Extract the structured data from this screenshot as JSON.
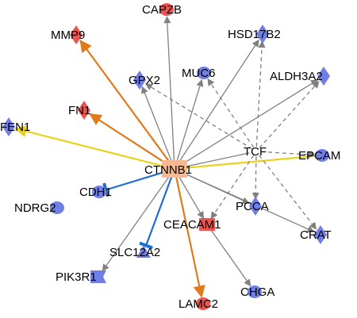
{
  "colors": {
    "red_node": "#ef5350",
    "blue_node": "#6f7fe6",
    "center_node": "#f6b992",
    "edge_gray": "#808080",
    "edge_orange": "#e07a1a",
    "edge_yellow": "#e8d21c",
    "edge_blue": "#1f6fd0"
  },
  "center": {
    "label": "CTNNB1",
    "shape": "rectangle",
    "color": "#f6b992"
  },
  "tcf": {
    "label": "TCF"
  },
  "nodes": [
    {
      "id": "capzb",
      "label": "CAPZB",
      "shape": "ellipse",
      "color": "red"
    },
    {
      "id": "mmp9",
      "label": "MMP9",
      "shape": "diamond",
      "color": "red"
    },
    {
      "id": "hsd17b2",
      "label": "HSD17B2",
      "shape": "diamond",
      "color": "blue"
    },
    {
      "id": "muc6",
      "label": "MUC6",
      "shape": "ellipse",
      "color": "blue"
    },
    {
      "id": "aldh3a2",
      "label": "ALDH3A2",
      "shape": "diamond",
      "color": "blue"
    },
    {
      "id": "gpx2",
      "label": "GPX2",
      "shape": "diamond",
      "color": "blue"
    },
    {
      "id": "fn1",
      "label": "FN1",
      "shape": "diamond",
      "color": "red"
    },
    {
      "id": "fen1",
      "label": "FEN1",
      "shape": "diamond",
      "color": "blue"
    },
    {
      "id": "epcam",
      "label": "EPCAM",
      "shape": "ellipse",
      "color": "blue"
    },
    {
      "id": "cdh1",
      "label": "CDH1",
      "shape": "ellipse",
      "color": "blue"
    },
    {
      "id": "ndrg2",
      "label": "NDRG2",
      "shape": "ellipse",
      "color": "blue"
    },
    {
      "id": "pcca",
      "label": "PCCA",
      "shape": "diamond",
      "color": "blue"
    },
    {
      "id": "ceacam1",
      "label": "CEACAM1",
      "shape": "rectangle",
      "color": "red"
    },
    {
      "id": "crat",
      "label": "CRAT",
      "shape": "diamond",
      "color": "blue"
    },
    {
      "id": "slc12a2",
      "label": "SLC12A2",
      "shape": "triangle",
      "color": "blue"
    },
    {
      "id": "pik3r1",
      "label": "PIK3R1",
      "shape": "chevron",
      "color": "blue"
    },
    {
      "id": "chga",
      "label": "CHGA",
      "shape": "ellipse",
      "color": "blue"
    },
    {
      "id": "lamc2",
      "label": "LAMC2",
      "shape": "ellipse",
      "color": "red"
    }
  ],
  "edges": [
    {
      "from": "center",
      "to": "capzb",
      "style": "solid",
      "color": "gray",
      "head": "arrow"
    },
    {
      "from": "center",
      "to": "mmp9",
      "style": "solid",
      "color": "orange",
      "head": "arrow"
    },
    {
      "from": "center",
      "to": "hsd17b2",
      "style": "solid",
      "color": "gray",
      "head": "arrow"
    },
    {
      "from": "center",
      "to": "muc6",
      "style": "solid",
      "color": "gray",
      "head": "arrow"
    },
    {
      "from": "center",
      "to": "aldh3a2",
      "style": "solid",
      "color": "gray",
      "head": "arrow"
    },
    {
      "from": "center",
      "to": "gpx2",
      "style": "solid",
      "color": "gray",
      "head": "arrow"
    },
    {
      "from": "center",
      "to": "fn1",
      "style": "solid",
      "color": "orange",
      "head": "arrow"
    },
    {
      "from": "center",
      "to": "fen1",
      "style": "solid",
      "color": "yellow",
      "head": "arrow"
    },
    {
      "from": "center",
      "to": "epcam",
      "style": "solid",
      "color": "yellow",
      "head": "none"
    },
    {
      "from": "center",
      "to": "tcf",
      "style": "solid",
      "color": "gray",
      "head": "none"
    },
    {
      "from": "center",
      "to": "cdh1",
      "style": "solid",
      "color": "blue",
      "head": "bar"
    },
    {
      "from": "center",
      "to": "pcca",
      "style": "solid",
      "color": "gray",
      "head": "arrow"
    },
    {
      "from": "center",
      "to": "ceacam1",
      "style": "solid",
      "color": "gray",
      "head": "arrow"
    },
    {
      "from": "center",
      "to": "crat",
      "style": "solid",
      "color": "gray",
      "head": "arrow"
    },
    {
      "from": "center",
      "to": "slc12a2",
      "style": "solid",
      "color": "blue",
      "head": "bar"
    },
    {
      "from": "center",
      "to": "pik3r1",
      "style": "solid",
      "color": "gray",
      "head": "arrow"
    },
    {
      "from": "center",
      "to": "lamc2",
      "style": "solid",
      "color": "orange",
      "head": "arrow"
    },
    {
      "from": "ceacam1",
      "to": "chga",
      "style": "solid",
      "color": "gray",
      "head": "arrow"
    },
    {
      "from": "tcf",
      "to": "gpx2",
      "style": "dashed",
      "color": "gray",
      "head": "arrow"
    },
    {
      "from": "tcf",
      "to": "muc6",
      "style": "dashed",
      "color": "gray",
      "head": "arrow"
    },
    {
      "from": "tcf",
      "to": "hsd17b2",
      "style": "dashed",
      "color": "gray",
      "head": "arrow"
    },
    {
      "from": "tcf",
      "to": "aldh3a2",
      "style": "dashed",
      "color": "gray",
      "head": "arrow"
    },
    {
      "from": "tcf",
      "to": "epcam",
      "style": "dashed",
      "color": "gray",
      "head": "arrow"
    },
    {
      "from": "tcf",
      "to": "pcca",
      "style": "dashed",
      "color": "gray",
      "head": "arrow"
    },
    {
      "from": "tcf",
      "to": "crat",
      "style": "dashed",
      "color": "gray",
      "head": "arrow"
    },
    {
      "from": "tcf",
      "to": "ceacam1",
      "style": "dashed",
      "color": "gray",
      "head": "arrow"
    }
  ]
}
